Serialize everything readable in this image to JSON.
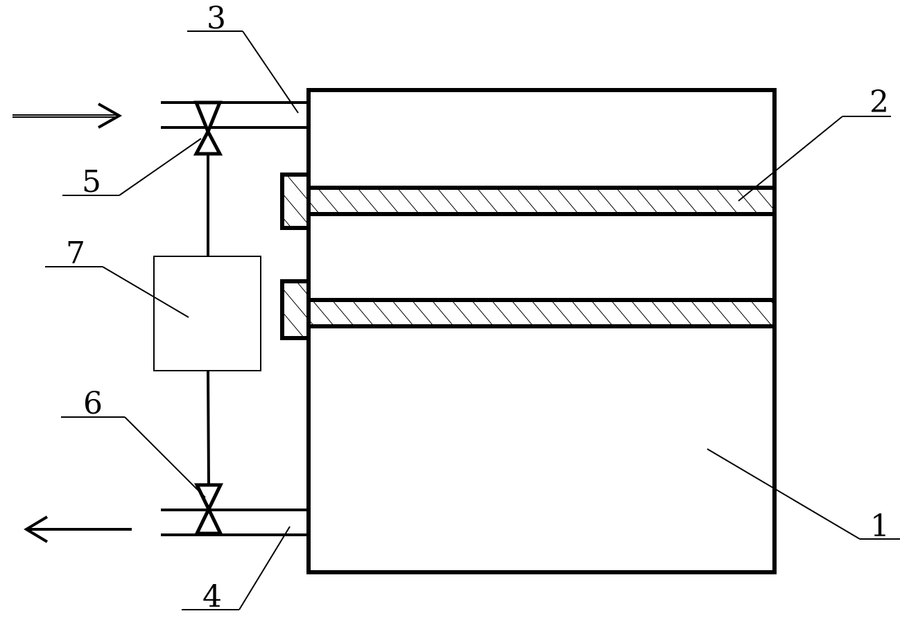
{
  "labels": {
    "container": "1",
    "plate": "2",
    "inlet": "3",
    "outlet": "4",
    "valve_top": "5",
    "valve_bottom": "6",
    "box": "7"
  }
}
